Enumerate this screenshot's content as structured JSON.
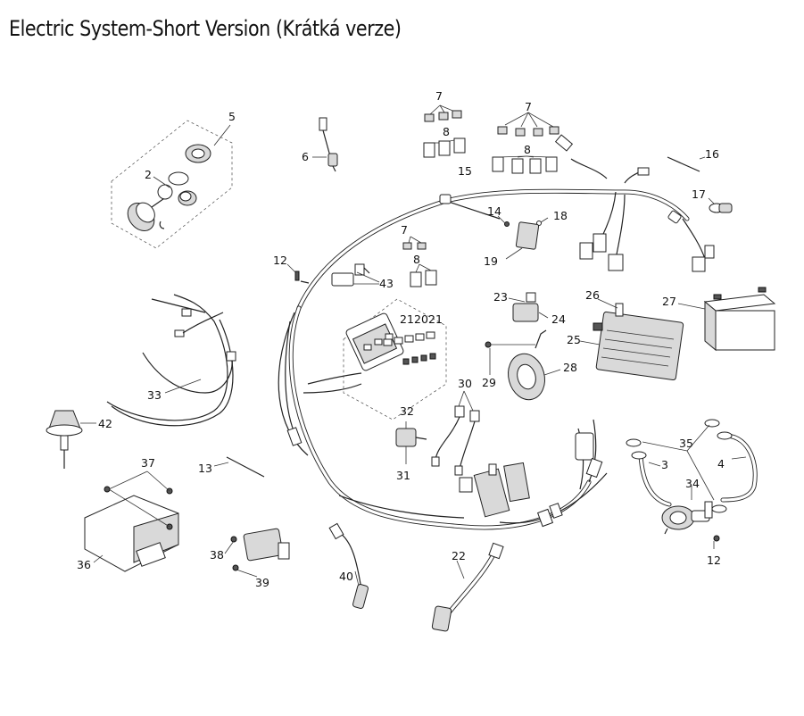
{
  "title": "Electric System-Short Version (Krátká verze)",
  "callouts": {
    "c2": "2",
    "c3": "3",
    "c4": "4",
    "c5": "5",
    "c6": "6",
    "c7a": "7",
    "c7b": "7",
    "c7c": "7",
    "c8a": "8",
    "c8b": "8",
    "c8c": "8",
    "c12a": "12",
    "c12b": "12",
    "c13": "13",
    "c14": "14",
    "c15": "15",
    "c16": "16",
    "c17": "17",
    "c18": "18",
    "c19": "19",
    "c20": "20",
    "c21a": "21",
    "c21b": "21",
    "c22": "22",
    "c23": "23",
    "c24": "24",
    "c25": "25",
    "c26": "26",
    "c27": "27",
    "c28": "28",
    "c29": "29",
    "c30": "30",
    "c31": "31",
    "c32": "32",
    "c33": "33",
    "c34": "34",
    "c35": "35",
    "c36": "36",
    "c37": "37",
    "c38": "38",
    "c39": "39",
    "c40": "40",
    "c42": "42",
    "c43": "43"
  }
}
